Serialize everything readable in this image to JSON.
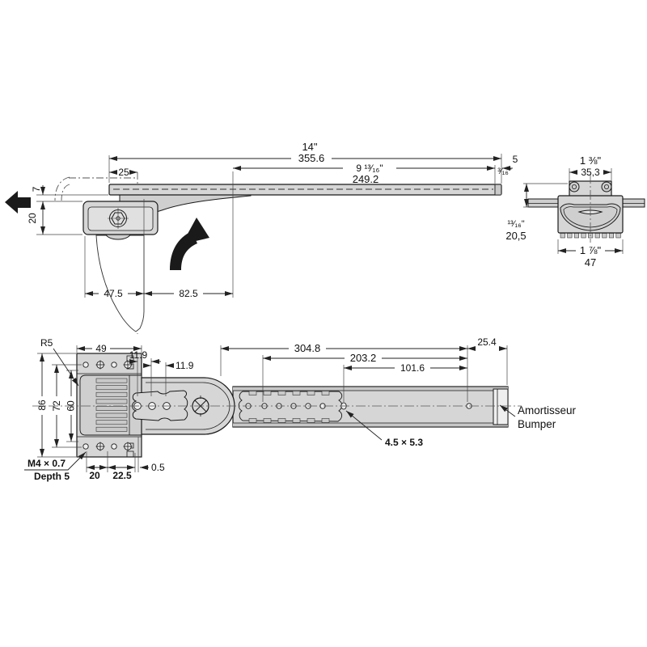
{
  "colors": {
    "part_fill": "#d6d6d6",
    "line": "#1a1a1a",
    "dim": "#222222",
    "muted_text": "#9b9b9b",
    "arrow_black": "#1a1a1a"
  },
  "side_view": {
    "overall_in": "14\"",
    "overall_mm": "355.6",
    "extension_in": "9 ¹³⁄₁₆\"",
    "extension_mm": "249.2",
    "front_offset": "25",
    "end_gap_mm": "5",
    "end_gap_in": "³⁄₁₆\"",
    "top_clearance": "7",
    "bracket_height": "20",
    "base_depth": "47.5",
    "swing_depth": "82.5"
  },
  "end_view": {
    "top_width_in": "1 ⅜\"",
    "top_width_mm": "35,3",
    "height_in": "¹³⁄₁₆\"",
    "height_mm": "20,5",
    "bottom_width_in": "1 ⅞\"",
    "bottom_width_mm": "47"
  },
  "plan_view": {
    "corner_radius": "R5",
    "plate_width": "49",
    "hole_pitch_a": "11.9",
    "hole_pitch_b": "11.9",
    "rail_travel": "304.8",
    "hole_span_a": "203.2",
    "hole_span_b": "101.6",
    "end_offset": "25.4",
    "plate_height": "86",
    "hole_rows_spacing": "72",
    "inner_spacing": "60",
    "thread_spec": "M4 × 0.7",
    "thread_depth": "Depth 5",
    "foot_pitch_a": "20",
    "foot_pitch_b": "22.5",
    "edge_offset": "0.5",
    "slot_size": "4.5 × 5.3",
    "damper_label_fr": "Amortisseur",
    "damper_label_en": "Bumper"
  }
}
